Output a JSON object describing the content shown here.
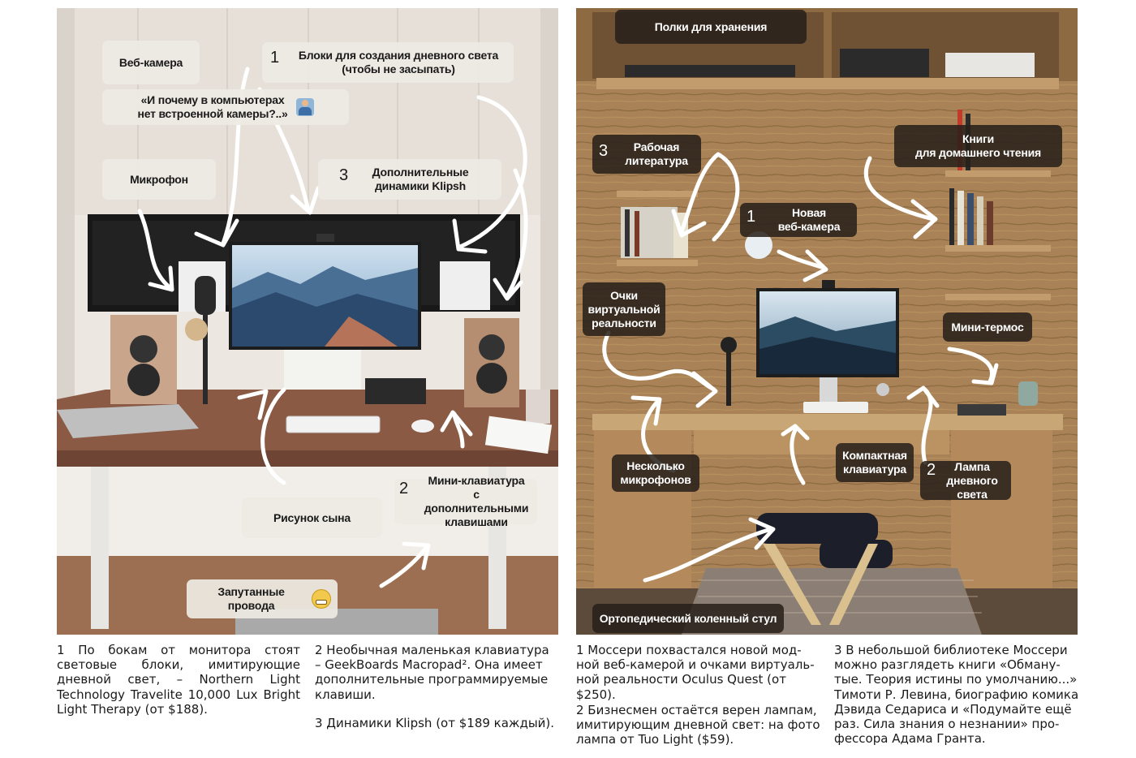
{
  "left_photo": {
    "labels": {
      "webcam": "Веб-камера",
      "light_blocks_num": "1",
      "light_blocks": "Блоки для создания дневного света\n(чтобы не засыпать)",
      "question": "«И почему в компьютерах\nнет встроенной камеры?..»",
      "microphone": "Микрофон",
      "speakers_num": "3",
      "speakers": "Дополнительные\nдинамики Klipsh",
      "keyboard_num": "2",
      "keyboard": "Мини-клавиатура\nс дополнительными\nклавишами",
      "drawing": "Рисунок сына",
      "wires": "Запутанные провода"
    },
    "icons": [
      "shrug-emoji-icon",
      "grimace-emoji-icon",
      "hand-drawn-arrow-icon"
    ]
  },
  "right_photo": {
    "labels": {
      "storage": "Полки для хранения",
      "work_lit_num": "3",
      "work_lit": "Рабочая\nлитература",
      "books": "Книги\nдля домашнего чтения",
      "new_webcam_num": "1",
      "new_webcam": "Новая\nвеб-камера",
      "vr_glasses": "Очки\nвиртуальной\nреальности",
      "thermos": "Мини-термос",
      "mics": "Несколько\nмикрофонов",
      "compact_kb": "Компактная\nклавиатура",
      "lamp_num": "2",
      "lamp": "Лампа\nдневного света",
      "chair": "Ортопедический коленный стул"
    }
  },
  "captions": {
    "col1": "1 По бокам от монитора стоят световые блоки, имитирующие дневной свет, – Northern Light Technology Travelite 10,000 Lux Bright Light Therapy (от $188).",
    "col2a": "2 Необычная маленькая клавиатура – GeekBoards Macropad². Она имеет дополнительные программируемые клавиши.",
    "col2b": "3 Динамики Klipsh (от $189 каждый).",
    "col3a": "1 Моссери похвастался новой мод-\nной веб-камерой и очками виртуаль-\nной реальности Oculus Quest (от $250).",
    "col3b": "2 Бизнесмен остаётся верен лампам,\nимитирующим дневной свет: на фото\nлампа от Tuo Light ($59).",
    "col4": "3 В небольшой библиотеке Моссери\nможно разглядеть книги «Обману-\nтые. Теория истины по умолчанию...»\nТимоти Р. Левина, биографию комика\nДэвида Седариса и «Подумайте ещё\nраз. Сила знания о незнании» про-\nфессора Адама Гранта."
  },
  "colors": {
    "left_wall": "#ebe6e0",
    "desk": "#8a5a44",
    "plywood": "#a07a4e",
    "label_light": "#eeeae4",
    "label_dark": "#26201a",
    "arrow": "#ffffff"
  }
}
